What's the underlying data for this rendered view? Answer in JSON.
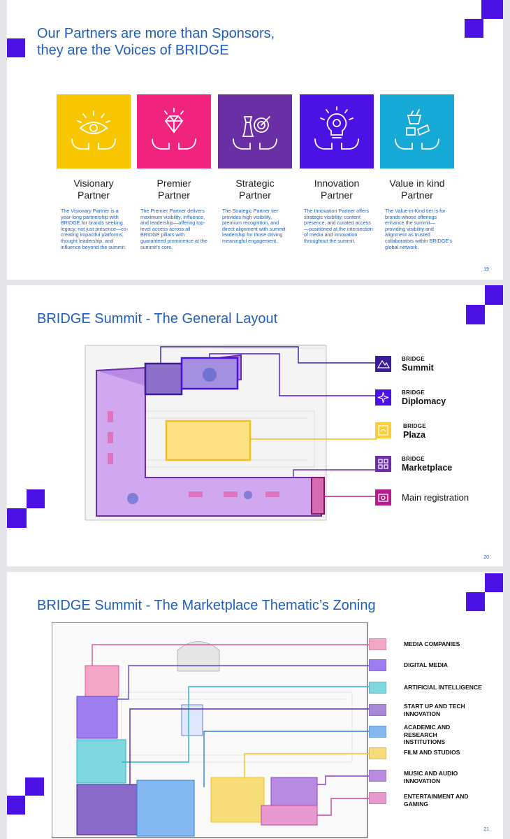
{
  "slide1": {
    "title_line1": "Our Partners are more than Sponsors,",
    "title_line2": "they are the Voices of BRIDGE",
    "page_number": "19",
    "partners": [
      {
        "name_line1": "Visionary",
        "name_line2": "Partner",
        "color": "#f7c600",
        "icon": "eye-hands-icon",
        "description": "The Visionary Partner is a year-long partnership with BRIDGE for brands seeking legacy, not just presence—co-creating impactful platforms, thought leadership, and influence beyond the summit."
      },
      {
        "name_line1": "Premier",
        "name_line2": "Partner",
        "color": "#f0237f",
        "icon": "diamond-hands-icon",
        "description": "The Premier Partner delivers maximum visibility, influence, and leadership—offering top-level access across all BRIDGE pillars with guaranteed prominence at the summit's core."
      },
      {
        "name_line1": "Strategic",
        "name_line2": "Partner",
        "color": "#6b2fa5",
        "icon": "chess-target-hands-icon",
        "description": "The Strategic Partner tier provides high visibility, premium recognition, and direct alignment with summit leadership for those driving meaningful engagement."
      },
      {
        "name_line1": "Innovation",
        "name_line2": "Partner",
        "color": "#4b12e3",
        "icon": "bulb-hands-icon",
        "description": "The Innovation Partner offers strategic visibility, content presence, and curated access—positioned at the intersection of media and innovation throughout the summit."
      },
      {
        "name_line1": "Value in kind",
        "name_line2": "Partner",
        "color": "#17a9d6",
        "icon": "gift-hands-icon",
        "description": "The Value-in-Kind tier is for brands whose offerings enhance the summit—providing visibility and alignment as trusted collaborators within BRIDGE's global network."
      }
    ]
  },
  "slide2": {
    "title": "BRIDGE Summit - The General Layout",
    "page_number": "20",
    "legend": [
      {
        "small": "BRIDGE",
        "big": "Summit",
        "color": "#3d1c9a",
        "icon": "mountain-icon"
      },
      {
        "small": "BRIDGE",
        "big": "Diplomacy",
        "color": "#4b12e3",
        "icon": "star-icon"
      },
      {
        "small": "BRIDGE",
        "big": "Plaza",
        "color": "#f7cf3b",
        "icon": "plaza-icon"
      },
      {
        "small": "BRIDGE",
        "big": "Marketplace",
        "color": "#6b2fa5",
        "icon": "grid-icon"
      },
      {
        "small": "",
        "big": "Main registration",
        "color": "#b31e8c",
        "icon": "registration-icon"
      }
    ]
  },
  "slide3": {
    "title": "BRIDGE Summit - The Marketplace Thematic’s Zoning",
    "page_number": "21",
    "zones": [
      {
        "label": "MEDIA COMPANIES",
        "color": "#f4a6c6",
        "line": "#e0569a"
      },
      {
        "label": "DIGITAL MEDIA",
        "color": "#9d7ef0",
        "line": "#6a3fd8"
      },
      {
        "label": "ARTIFICIAL INTELLIGENCE",
        "color": "#7fd8df",
        "line": "#26b6c4"
      },
      {
        "label": "START UP AND TECH INNOVATION",
        "color": "#a88ad8",
        "line": "#5a2fb0"
      },
      {
        "label": "ACADEMIC AND RESEARCH INSTITUTIONS",
        "color": "#84b8f0",
        "line": "#2f7fd6"
      },
      {
        "label": "FILM AND STUDIOS",
        "color": "#f7dd7a",
        "line": "#f0c020"
      },
      {
        "label": "MUSIC AND AUDIO INNOVATION",
        "color": "#b98be0",
        "line": "#8a3fc8"
      },
      {
        "label": "ENTERTAINMENT AND GAMING",
        "color": "#e79ad0",
        "line": "#c2479c"
      }
    ]
  }
}
